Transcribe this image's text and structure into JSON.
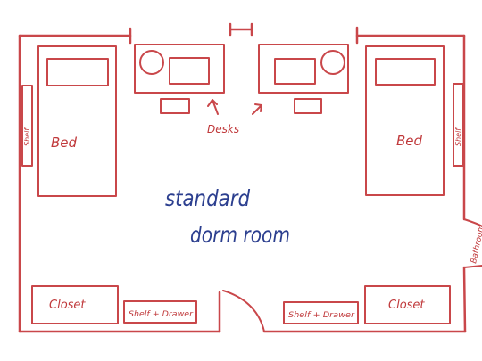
{
  "title_line1": "standard",
  "title_line2": "dorm room",
  "labels": {
    "bed_left": "Bed",
    "bed_right": "Bed",
    "desks": "Desks",
    "shelf_left": "Shelf",
    "shelf_right": "Shelf",
    "closet_left": "Closet",
    "closet_right": "Closet",
    "shelf_drawer_left": "Shelf + Drawer",
    "shelf_drawer_right": "Shelf + Drawer",
    "bathroom": "Bathroom"
  },
  "colors": {
    "furniture": "#c9474a",
    "label_red": "#c0393b",
    "label_blue": "#2c3f8f",
    "background": "#ffffff"
  }
}
